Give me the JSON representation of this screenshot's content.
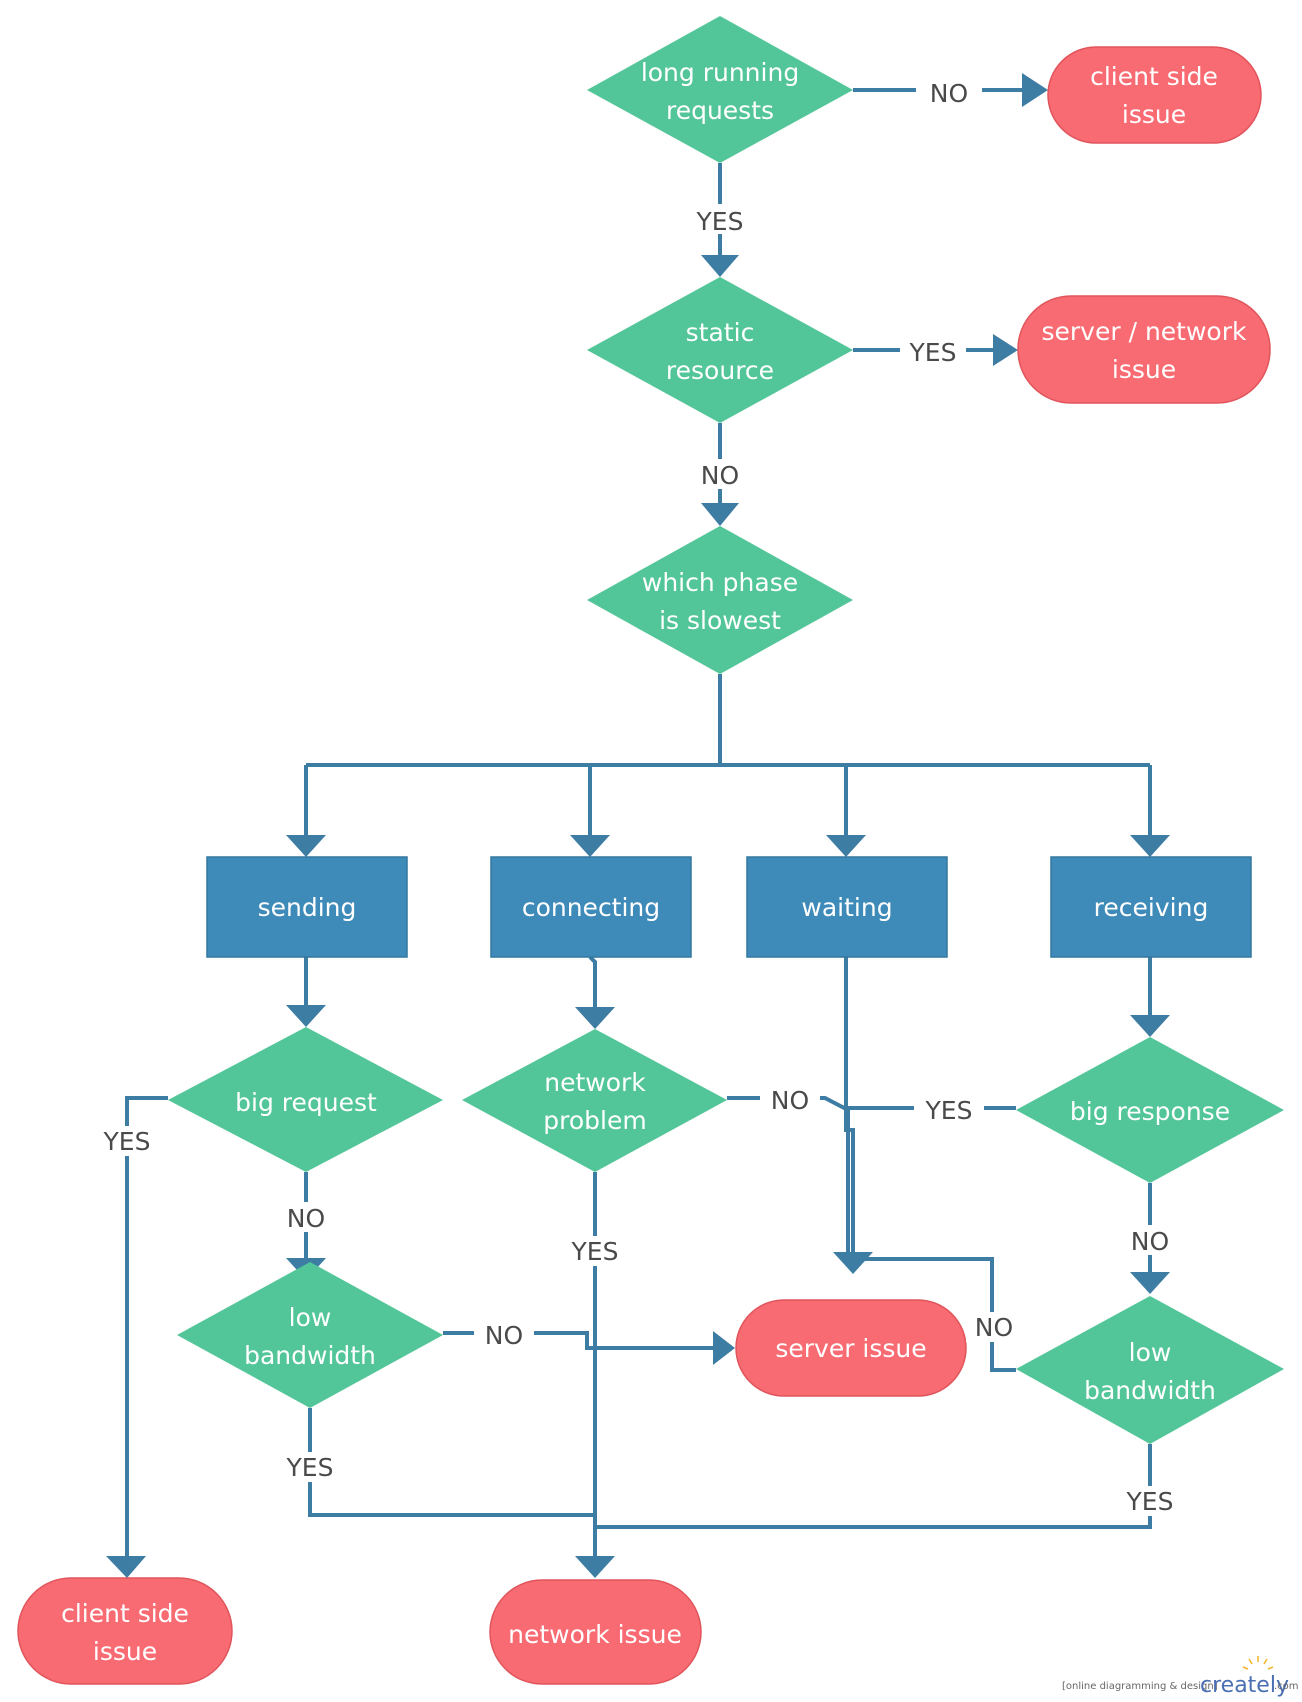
{
  "colors": {
    "decision": "#52c698",
    "terminal": "#f96b72",
    "process": "#3e8ab9",
    "edge": "#3d7ca3",
    "label": "#4a4a4a"
  },
  "nodes": {
    "long_running": [
      "long running",
      "requests"
    ],
    "client_side_top": [
      "client side",
      "issue"
    ],
    "static_resource": [
      "static",
      "resource"
    ],
    "server_network": [
      "server / network",
      "issue"
    ],
    "which_phase": [
      "which phase",
      "is slowest"
    ],
    "sending": [
      "sending"
    ],
    "connecting": [
      "connecting"
    ],
    "waiting": [
      "waiting"
    ],
    "receiving": [
      "receiving"
    ],
    "big_request": [
      "big request"
    ],
    "network_problem": [
      "network",
      "problem"
    ],
    "big_response": [
      "big response"
    ],
    "low_bw_left": [
      "low",
      "bandwidth"
    ],
    "low_bw_right": [
      "low",
      "bandwidth"
    ],
    "server_issue": [
      "server issue"
    ],
    "client_side_bottom": [
      "client side",
      "issue"
    ],
    "network_issue": [
      "network issue"
    ]
  },
  "edge_labels": {
    "long_running_no": "NO",
    "long_running_yes": "YES",
    "static_yes": "YES",
    "static_no": "NO",
    "big_request_yes": "YES",
    "big_request_no": "NO",
    "network_problem_no": "NO",
    "network_problem_yes": "YES",
    "big_response_yes": "YES",
    "big_response_no": "NO",
    "low_bw_left_no": "NO",
    "low_bw_left_yes": "YES",
    "low_bw_right_no": "NO",
    "low_bw_right_yes": "YES"
  },
  "watermark": {
    "tagline": "[online diagramming & design]",
    "brand": "creately",
    "tld": ".com"
  }
}
